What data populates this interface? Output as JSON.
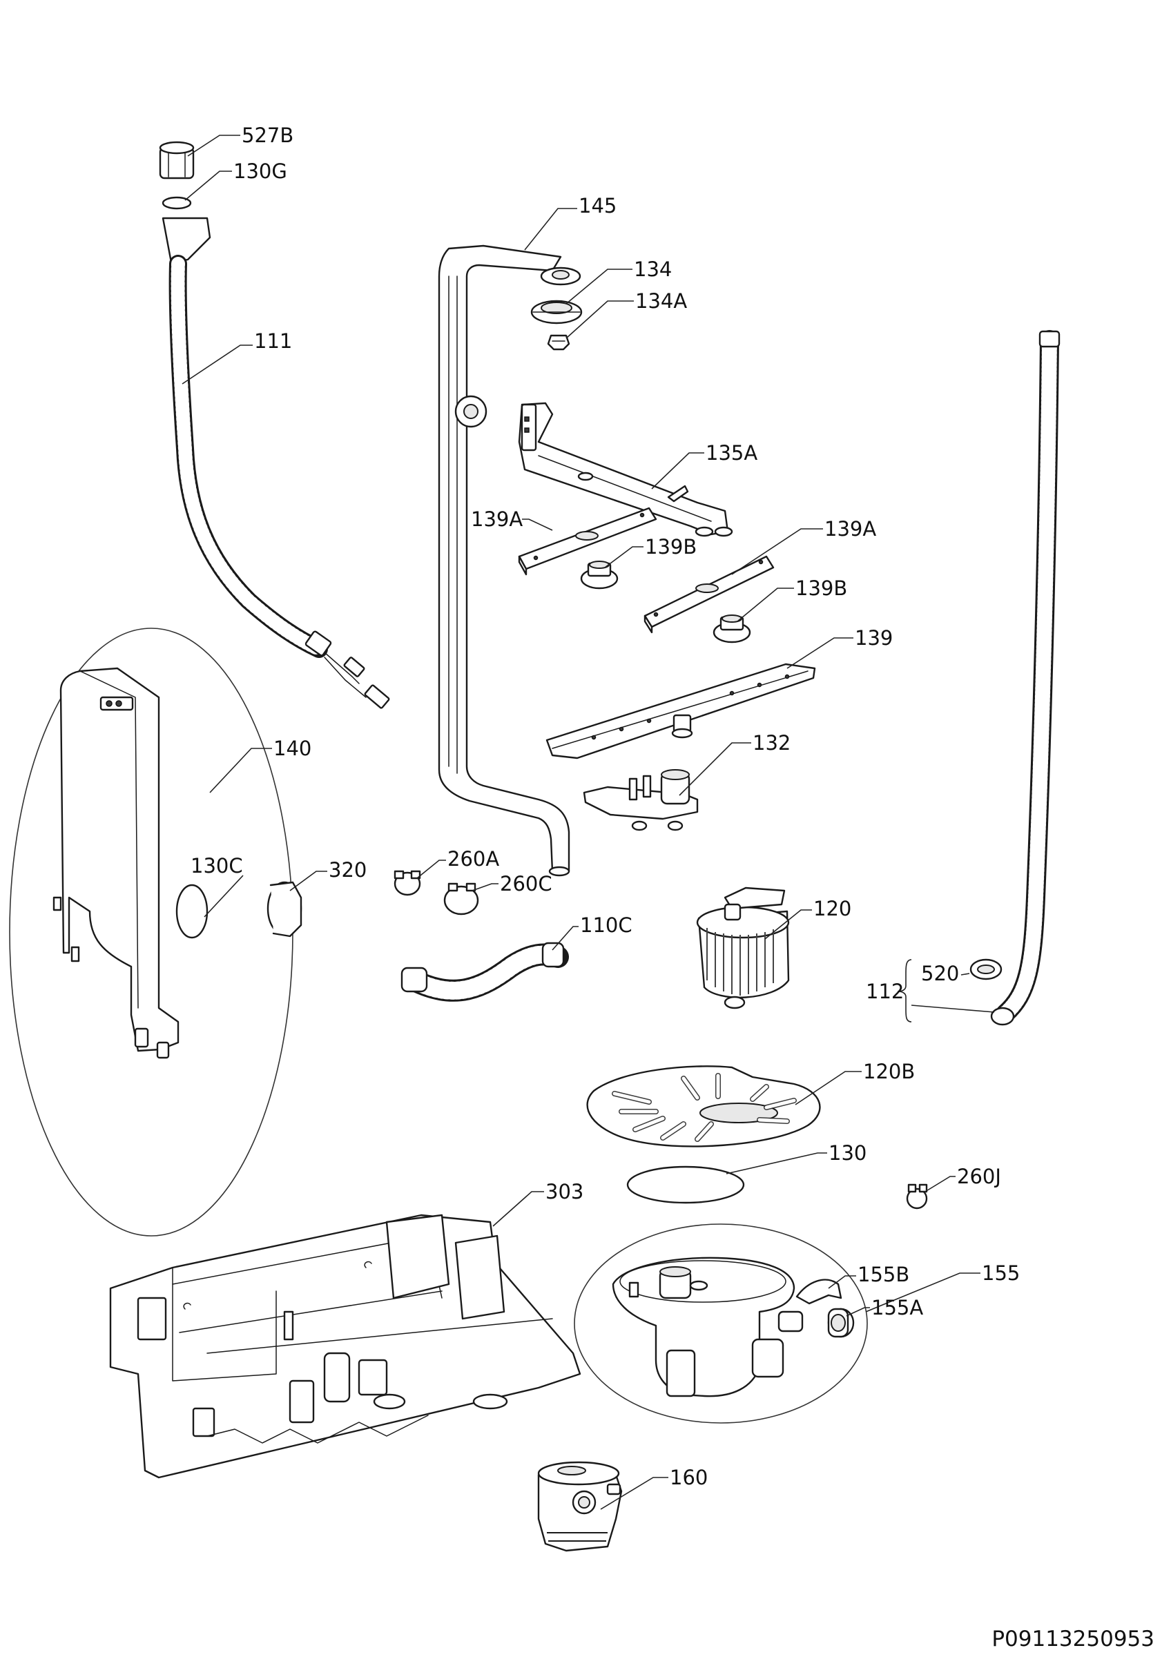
{
  "diagram": {
    "document_code": "P09113250953",
    "callouts": [
      {
        "id": "527B",
        "label": "527B"
      },
      {
        "id": "130G",
        "label": "130G"
      },
      {
        "id": "145",
        "label": "145"
      },
      {
        "id": "134",
        "label": "134"
      },
      {
        "id": "134A",
        "label": "134A"
      },
      {
        "id": "111",
        "label": "111"
      },
      {
        "id": "135A",
        "label": "135A"
      },
      {
        "id": "139A-left",
        "label": "139A"
      },
      {
        "id": "139B-left",
        "label": "139B"
      },
      {
        "id": "139A-right",
        "label": "139A"
      },
      {
        "id": "139B-right",
        "label": "139B"
      },
      {
        "id": "139",
        "label": "139"
      },
      {
        "id": "140",
        "label": "140"
      },
      {
        "id": "132",
        "label": "132"
      },
      {
        "id": "130C",
        "label": "130C"
      },
      {
        "id": "320",
        "label": "320"
      },
      {
        "id": "260A",
        "label": "260A"
      },
      {
        "id": "260C",
        "label": "260C"
      },
      {
        "id": "120",
        "label": "120"
      },
      {
        "id": "110C",
        "label": "110C"
      },
      {
        "id": "112",
        "label": "112"
      },
      {
        "id": "520",
        "label": "520"
      },
      {
        "id": "120B",
        "label": "120B"
      },
      {
        "id": "130",
        "label": "130"
      },
      {
        "id": "260J",
        "label": "260J"
      },
      {
        "id": "303",
        "label": "303"
      },
      {
        "id": "155B",
        "label": "155B"
      },
      {
        "id": "155",
        "label": "155"
      },
      {
        "id": "155A",
        "label": "155A"
      },
      {
        "id": "160",
        "label": "160"
      }
    ]
  }
}
